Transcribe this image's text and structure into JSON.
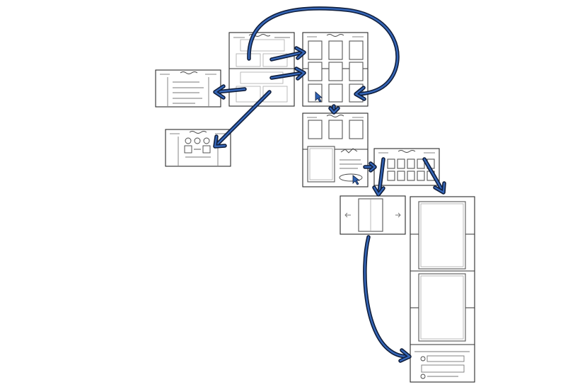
{
  "diagram": {
    "type": "wireframe-storyboard",
    "screens": [
      {
        "id": "home",
        "kind": "two-section-layout"
      },
      {
        "id": "list-detail",
        "kind": "text-list"
      },
      {
        "id": "profile",
        "kind": "icon-form"
      },
      {
        "id": "gallery-grid",
        "kind": "image-grid-3x3",
        "has_cursor": true
      },
      {
        "id": "item-detail",
        "kind": "grid-with-detail",
        "has_cursor": true
      },
      {
        "id": "thumbnail-strip",
        "kind": "thumbnail-grid"
      },
      {
        "id": "carousel",
        "kind": "single-image-slider"
      },
      {
        "id": "long-scroll",
        "kind": "stacked-images-with-comments"
      }
    ],
    "flows": [
      {
        "from": "home",
        "to": "gallery-grid"
      },
      {
        "from": "home",
        "to": "list-detail"
      },
      {
        "from": "home",
        "to": "profile"
      },
      {
        "from": "home",
        "to": "gallery-grid",
        "curved": true
      },
      {
        "from": "gallery-grid",
        "to": "item-detail"
      },
      {
        "from": "item-detail",
        "to": "thumbnail-strip"
      },
      {
        "from": "thumbnail-strip",
        "to": "carousel"
      },
      {
        "from": "thumbnail-strip",
        "to": "long-scroll"
      },
      {
        "from": "carousel",
        "to": "long-scroll"
      }
    ],
    "colors": {
      "arrow": "#3566b8",
      "arrow_outline": "#0f1d3a",
      "frame": "#2b2b2b"
    }
  }
}
